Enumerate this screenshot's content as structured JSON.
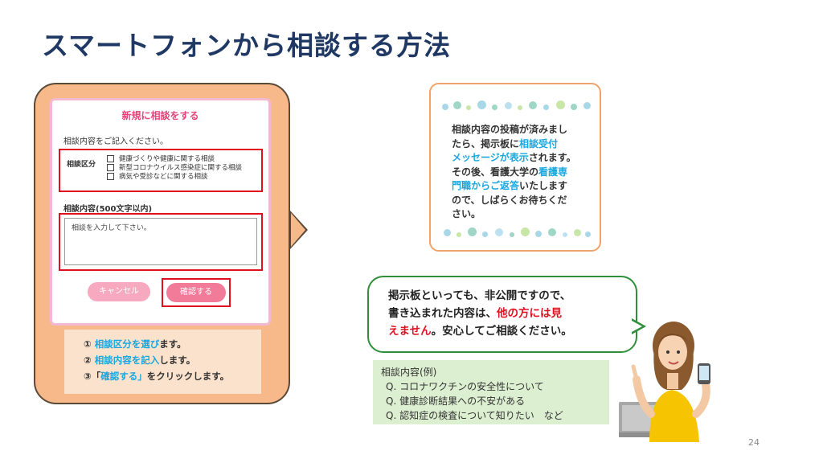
{
  "slide": {
    "title": "スマートフォンから相談する方法",
    "page_number": "24"
  },
  "form": {
    "title": "新規に相談をする",
    "prompt": "相談内容をご記入ください。",
    "category_label": "相談区分",
    "category_options": [
      "健康づくりや健康に関する相談",
      "新型コロナウイルス感染症に関する相談",
      "病気や受診などに関する相談"
    ],
    "content_label": "相談内容(500文字以内)",
    "content_placeholder": "相談を入力して下さい。",
    "cancel_label": "キャンセル",
    "confirm_label": "確認する"
  },
  "instructions": [
    {
      "pre": "① ",
      "hl": "相談区分を選び",
      "post": "ます。"
    },
    {
      "pre": "② ",
      "hl": "相談内容を記入",
      "post": "します。"
    },
    {
      "pre": "③「",
      "hl": "確認する」",
      "post": "をクリックします。"
    }
  ],
  "notice": {
    "l1": "相談内容の投稿が済みまし",
    "l2a": "たら、掲示板に",
    "l2b": "相談受付",
    "l3a": "メッセージが表示",
    "l3b": "されます。",
    "l4a": "その後、看護大学の",
    "l4b": "看護専",
    "l5a": "門職からご返答",
    "l5b": "いたします",
    "l6": "ので、しばらくお待ちくだ",
    "l7": "さい。"
  },
  "bubble": {
    "l1": "掲示板といっても、非公開ですので、",
    "l2a": "書き込まれた内容は、",
    "l2b": "他の方には見",
    "l3a": "えません",
    "l3b": "。安心してご相談ください。"
  },
  "examples": {
    "title": "相談内容(例)",
    "items": [
      "Q. コロナワクチンの安全性について",
      "Q. 健康診断結果への不安がある",
      "Q. 認知症の検査について知りたい　など"
    ]
  },
  "colors": {
    "title": "#1f3864",
    "highlight": "#1aa7e0",
    "red_frame": "#e01020",
    "phone_body": "#f7b98a"
  }
}
